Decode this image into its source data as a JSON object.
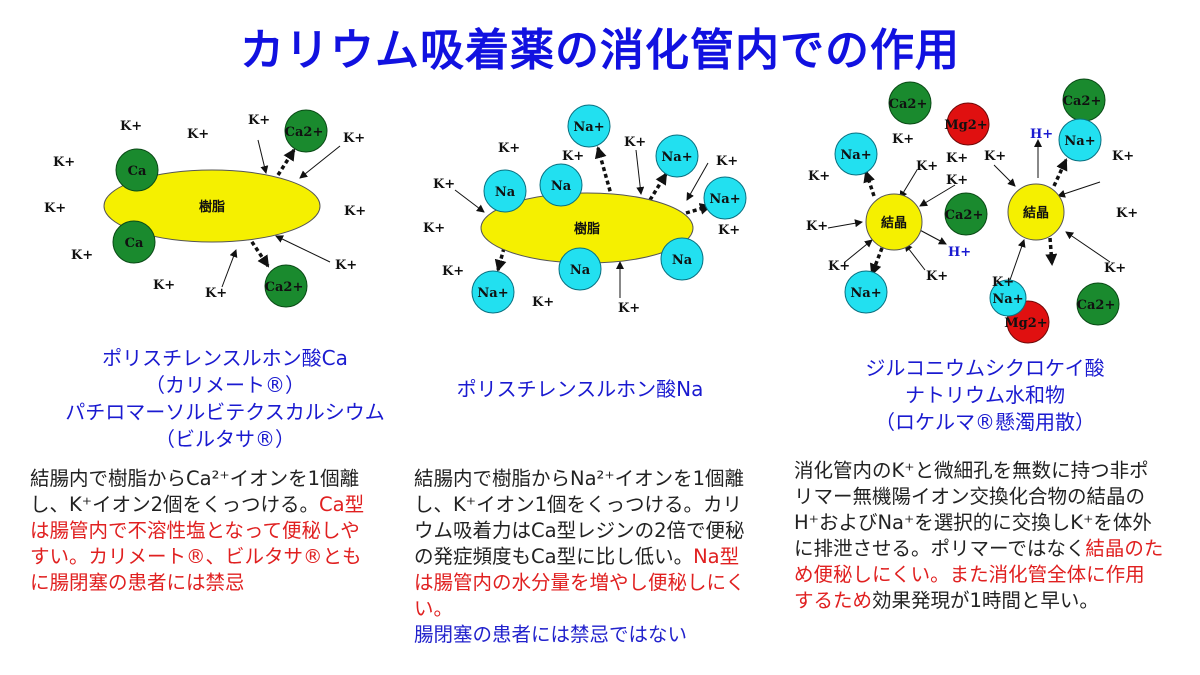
{
  "title": "カリウム吸着薬の消化管内での作用",
  "panels": [
    {
      "resin_label": "樹脂",
      "bound_label": "Ca",
      "released_label": "Ca2+",
      "k_label": "K+",
      "name_lines": [
        "ポリスチレンスルホン酸Ca",
        "（カリメート®）",
        "パチロマーソルビテクスカルシウム",
        "（ビルタサ®）"
      ],
      "desc_black": "結腸内で樹脂からCa²⁺イオンを1個離し、K⁺イオン2個をくっつける。",
      "desc_red": "Ca型は腸管内で不溶性塩となって便秘しやすい。カリメート®、ビルタサ®ともに腸閉塞の患者には禁忌"
    },
    {
      "resin_label": "樹脂",
      "bound_label": "Na",
      "released_label": "Na+",
      "k_label": "K+",
      "name_lines": [
        "ポリスチレンスルホン酸Na"
      ],
      "desc_black": "結腸内で樹脂からNa²⁺イオンを1個離し、K⁺イオン1個をくっつける。カリウム吸着力はCa型レジンの2倍で便秘の発症頻度もCa型に比し低い。",
      "desc_red": "Na型は腸管内の水分量を増やし便秘しにくい。",
      "desc_blue": "腸閉塞の患者には禁忌ではない"
    },
    {
      "crystal_label": "結晶",
      "na_label": "Na+",
      "ca_label": "Ca2+",
      "mg_label": "Mg2+",
      "h_label": "H+",
      "k_label": "K+",
      "name_lines": [
        "ジルコニウムシクロケイ酸",
        "ナトリウム水和物",
        "（ロケルマ®懸濁用散）"
      ],
      "desc_black": "消化管内のK⁺と微細孔を無数に持つ非ポリマー無機陽イオン交換化合物の結晶のH⁺およびNa⁺を選択的に交換しK⁺を体外に排泄させる。ポリマーではなく",
      "desc_red": "結晶のため便秘しにくい。",
      "desc_red2": "また消化管全体に作用するため",
      "desc_black2": "効果発現が1時間と早い。"
    }
  ],
  "colors": {
    "title": "#1111e0",
    "resin": "#f5f000",
    "ca": "#1a8a2e",
    "na": "#22e0f0",
    "mg": "#e01010",
    "label_blue": "#1a1ad0",
    "red_text": "#e02020"
  }
}
